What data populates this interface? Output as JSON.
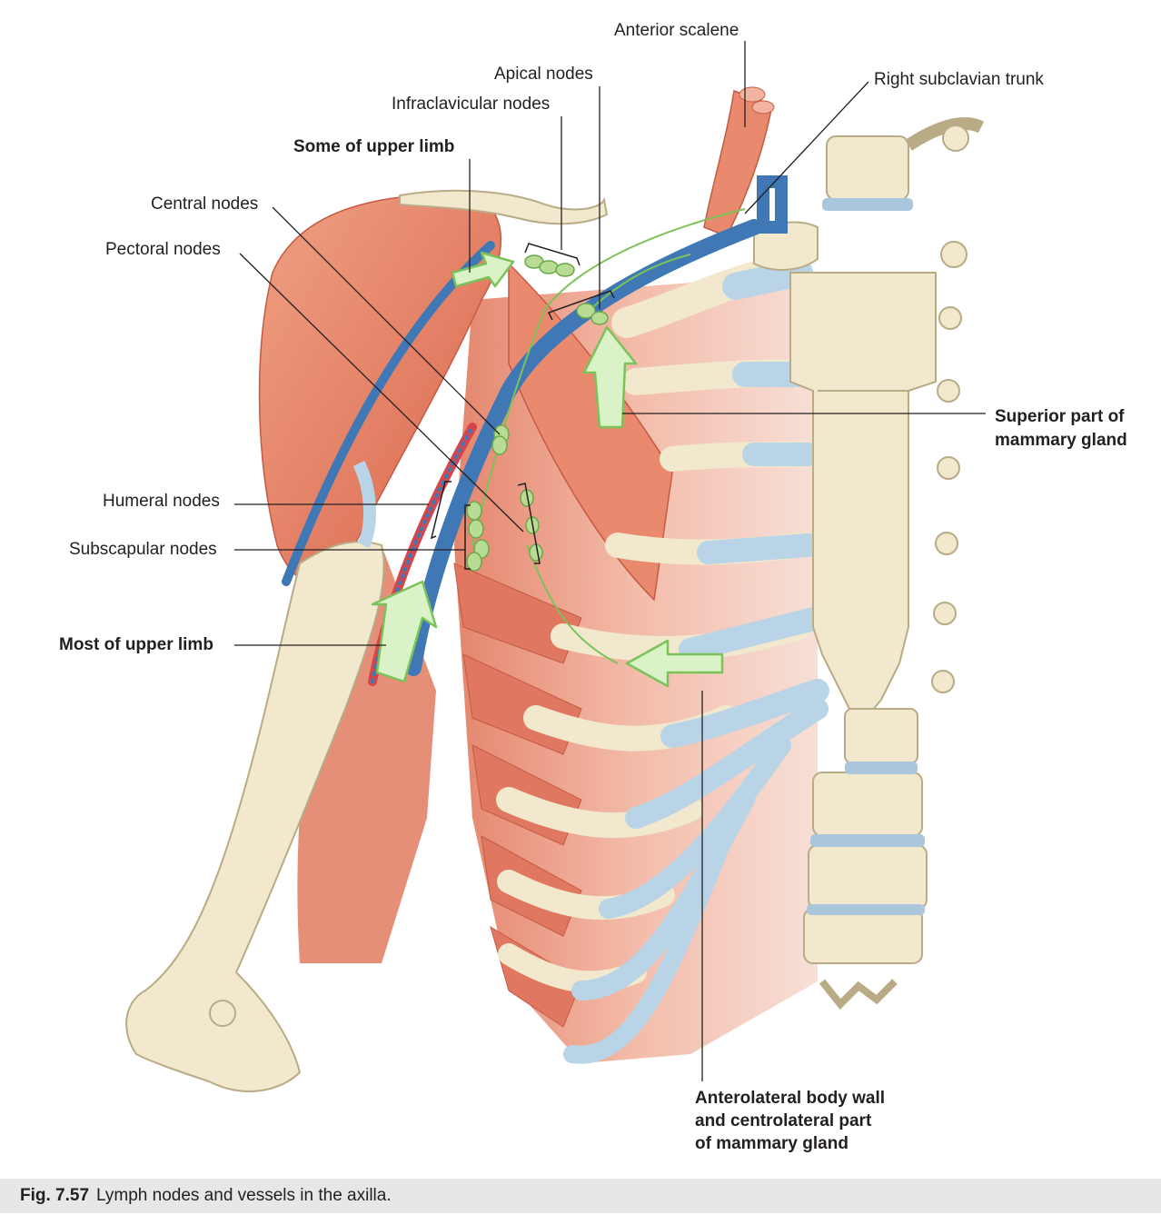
{
  "labels": {
    "anterior_scalene": "Anterior scalene",
    "apical_nodes": "Apical nodes",
    "right_subclavian_trunk": "Right subclavian trunk",
    "infraclavicular_nodes": "Infraclavicular nodes",
    "some_of_upper_limb": "Some of upper limb",
    "central_nodes": "Central nodes",
    "pectoral_nodes": "Pectoral nodes",
    "superior_mammary": [
      "Superior part of",
      "mammary gland"
    ],
    "humeral_nodes": "Humeral nodes",
    "subscapular_nodes": "Subscapular nodes",
    "most_of_upper_limb": "Most of upper limb",
    "anterolateral": [
      "Anterolateral body wall",
      "and centrolateral part",
      "of mammary gland"
    ]
  },
  "caption": {
    "figure_number": "Fig. 7.57",
    "text": "Lymph nodes and vessels in the axilla."
  },
  "colors": {
    "muscle": "#e98a6e",
    "muscle_dark": "#d9694f",
    "bone": "#f1e8cd",
    "bone_outline": "#b9ab86",
    "cartilage": "#b9d4e6",
    "vein": "#3f78b5",
    "artery": "#d9444a",
    "lymph_node": "#b8dc94",
    "arrow": "#d9f2c8",
    "arrow_outline": "#7cc25a",
    "leader": "#231f20",
    "caption_bg": "#e6e7e8"
  }
}
